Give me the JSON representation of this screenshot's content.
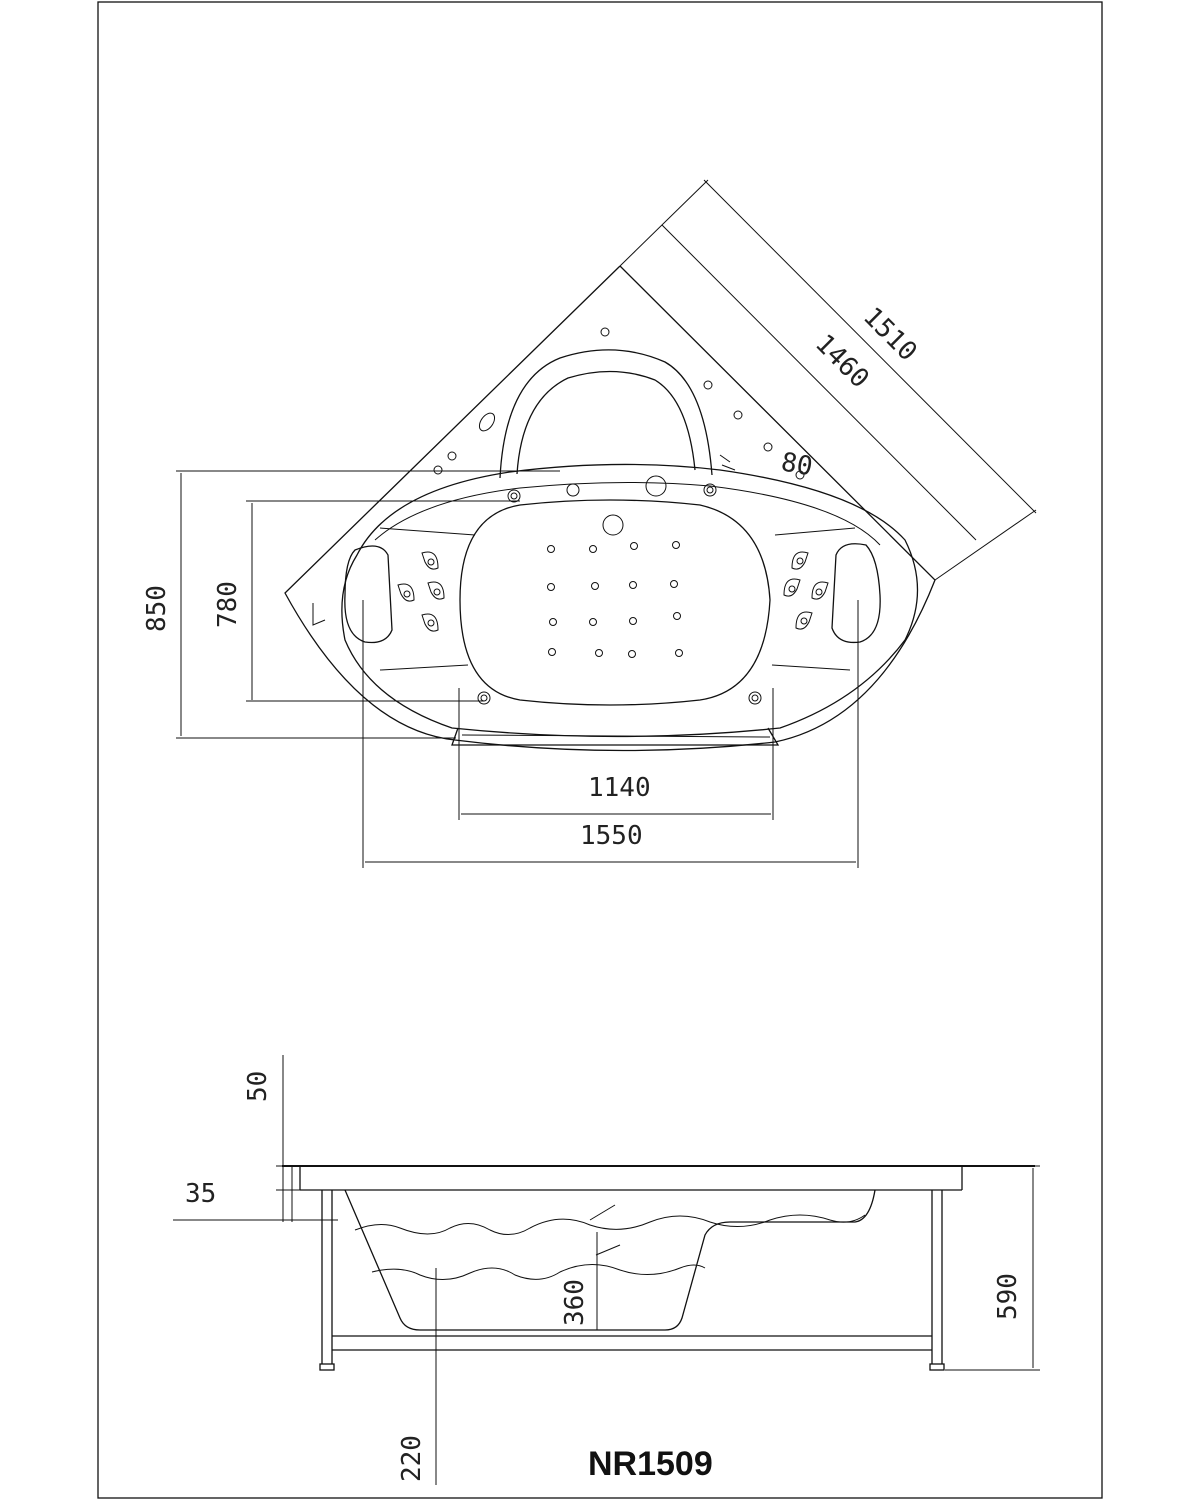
{
  "model": "NR1509",
  "top_view": {
    "dimensions": {
      "diag_outer": "1510",
      "diag_inner": "1460",
      "height_outer": "850",
      "height_inner": "780",
      "width_inner": "1140",
      "width_outer": "1550",
      "jet_spacing": "80"
    }
  },
  "side_view": {
    "dimensions": {
      "rim": "50",
      "lip": "35",
      "depth": "360",
      "height": "590",
      "bottom": "220"
    }
  }
}
